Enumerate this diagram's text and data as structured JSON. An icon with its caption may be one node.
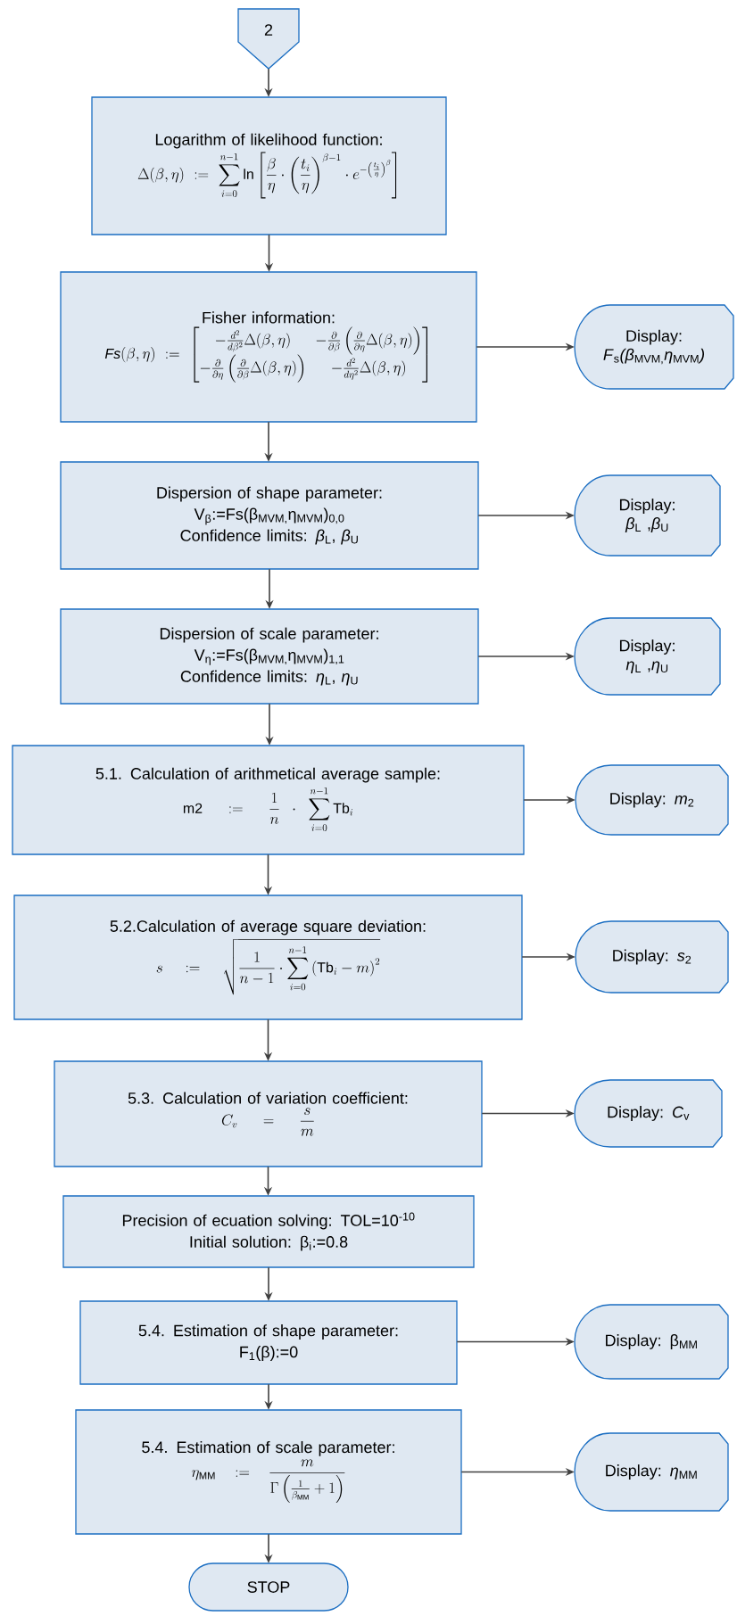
{
  "diagram": {
    "nodes": [
      {
        "text": [
          "2"
        ]
      },
      {
        "text": [
          "Logarithm of likelihood function:",
          "\\Delta(\\beta,\\eta) := \\sum_{i=0}^{n-1} \\ln\\left[\\frac{\\beta}{\\eta}\\cdot\\left(\\frac{t_i}{\\eta}\\right)^{\\beta-1}\\cdot e^{-\\left(\\frac{t_i}{\\eta}\\right)^{\\beta}}\\right]"
        ]
      },
      {
        "text": [
          "Fisher information:",
          "\\mathit{Fs}(\\beta,\\eta) := \\begin{bmatrix} -\\frac{d^2}{d\\beta^2}\\Delta(\\beta,\\eta) & -\\frac{\\partial}{\\partial\\beta}\\left(\\frac{\\partial}{\\partial\\eta}\\Delta(\\beta,\\eta)\\right) \\\\ -\\frac{\\partial}{\\partial\\eta}\\left(\\frac{\\partial}{\\partial\\beta}\\Delta(\\beta,\\eta)\\right) & -\\frac{d^2}{d\\eta^2}\\Delta(\\beta,\\eta) \\end{bmatrix}"
        ]
      },
      {
        "text": [
          "Display: *F*$_{s}$*(β*$_{MVM,}$*η*$_{MVM}$*)*"
        ]
      },
      {
        "text": [
          "Dispersion of shape parameter:",
          "V$_{β}$:=Fs(β$_{MVM,}$η$_{MVM}$)$_{0,0}$",
          "Confidence limits: *β*$_{L}$, *β*$_{U}$"
        ]
      },
      {
        "text": [
          "Display: *β*$_{L}$ ,*β*$_{U}$"
        ]
      },
      {
        "text": [
          "Dispersion of scale parameter:",
          "V$_{η}$:=Fs(β$_{MVM,}$η$_{MVM}$)$_{1,1}$",
          "Confidence limits: *η*$_{L}$, *η*$_{U}$"
        ]
      },
      {
        "text": [
          "Display: *η*$_{L}$ ,*η*$_{U}$"
        ]
      },
      {
        "text": [
          "5.1. Calculation of arithmetical average sample:",
          "\\mathrm{m2} := \\frac{1}{n}\\cdot\\sum_{i=0}^{n-1} \\mathrm{Tb}_i"
        ]
      },
      {
        "text": [
          "Display: *m*$_{2}$"
        ]
      },
      {
        "text": [
          "5.2.Calculation of average square deviation:",
          "s := \\sqrt{\\frac{1}{n-1}\\cdot\\sum_{i=0}^{n-1}\\left(\\mathrm{Tb}_i - m\\right)^2}"
        ]
      },
      {
        "text": [
          "Display: *s*$_{2}$"
        ]
      },
      {
        "text": [
          "5.3. Calculation of variation coefficient:",
          "C_v = \\frac{s}{m}"
        ]
      },
      {
        "text": [
          "Display: *C*$_{v}$"
        ]
      },
      {
        "text": [
          "Precision of ecuation solving: TOL=10$^{-10}$",
          "Initial solution: β$_{i}$:=0.8"
        ]
      },
      {
        "text": [
          "5.4. Estimation of shape parameter:",
          "F$_{1}$(β):=0"
        ]
      },
      {
        "text": [
          "Display: β$_{MM}$"
        ]
      },
      {
        "text": [
          "5.4. Estimation of scale parameter:",
          "\\eta_{\\mathrm{MM}} := \\frac{m}{\\Gamma\\left(\\frac{1}{\\beta_{\\mathrm{MM}}}+1\\right)}"
        ]
      },
      {
        "text": [
          "Display: *η*$_{MM}$"
        ]
      },
      {
        "text": [
          "STOP"
        ]
      }
    ],
    "edges": [
      {
        "from": 0,
        "to": 1,
        "arrow": "to"
      },
      {
        "from": 1,
        "to": 2,
        "arrow": "to"
      },
      {
        "from": 2,
        "to": 3,
        "arrow": "to"
      },
      {
        "from": 2,
        "to": 4,
        "arrow": "to"
      },
      {
        "from": 4,
        "to": 5,
        "arrow": "to"
      },
      {
        "from": 4,
        "to": 6,
        "arrow": "to"
      },
      {
        "from": 6,
        "to": 7,
        "arrow": "to"
      },
      {
        "from": 6,
        "to": 8,
        "arrow": "to"
      },
      {
        "from": 8,
        "to": 9,
        "arrow": "to"
      },
      {
        "from": 8,
        "to": 10,
        "arrow": "to"
      },
      {
        "from": 10,
        "to": 11,
        "arrow": "to"
      },
      {
        "from": 10,
        "to": 12,
        "arrow": "to"
      },
      {
        "from": 12,
        "to": 13,
        "arrow": "to"
      },
      {
        "from": 12,
        "to": 14,
        "arrow": "to"
      },
      {
        "from": 14,
        "to": 15,
        "arrow": "to"
      },
      {
        "from": 15,
        "to": 16,
        "arrow": "to"
      },
      {
        "from": 15,
        "to": 17,
        "arrow": "to"
      },
      {
        "from": 17,
        "to": 18,
        "arrow": "to"
      },
      {
        "from": 17,
        "to": 19,
        "arrow": "to"
      }
    ]
  }
}
